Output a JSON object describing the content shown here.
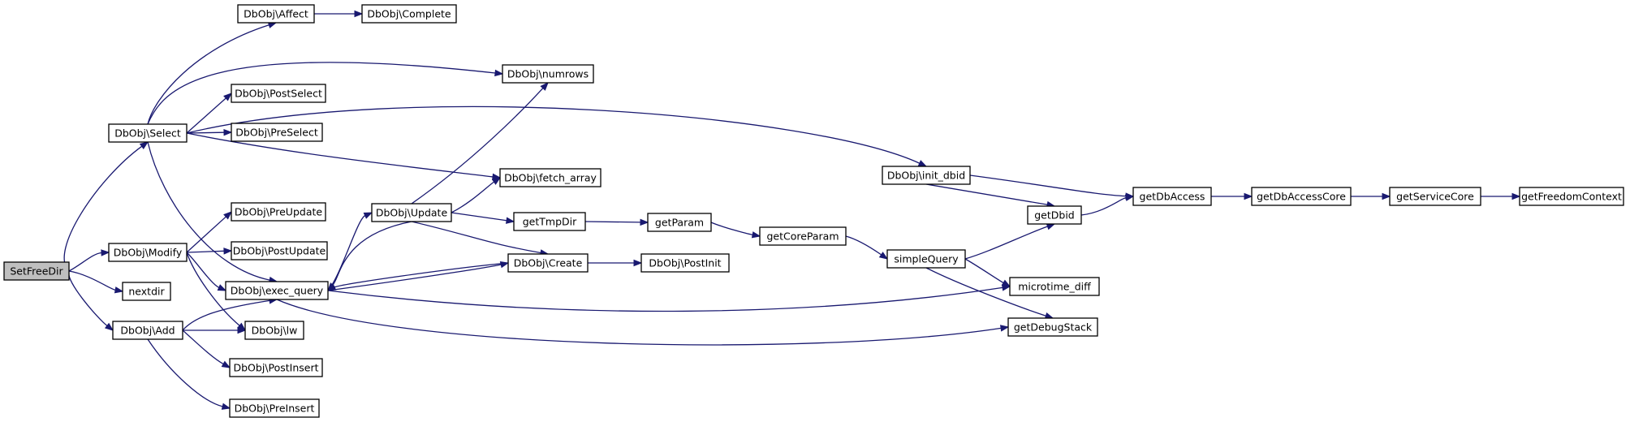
{
  "graph": {
    "nodes": {
      "setfreedir": "SetFreeDir",
      "select": "DbObj\\Select",
      "modify": "DbObj\\Modify",
      "nextdir": "nextdir",
      "add": "DbObj\\Add",
      "affect": "DbObj\\Affect",
      "complete": "DbObj\\Complete",
      "numrows": "DbObj\\numrows",
      "postselect": "DbObj\\PostSelect",
      "preselect": "DbObj\\PreSelect",
      "fetch_array": "DbObj\\fetch_array",
      "preupdate": "DbObj\\PreUpdate",
      "postupdate": "DbObj\\PostUpdate",
      "exec_query": "DbObj\\exec_query",
      "lw": "DbObj\\lw",
      "postinsert": "DbObj\\PostInsert",
      "preinsert": "DbObj\\PreInsert",
      "update": "DbObj\\Update",
      "gettmpdir": "getTmpDir",
      "create": "DbObj\\Create",
      "getparam": "getParam",
      "postinit": "DbObj\\PostInit",
      "getcoreparam": "getCoreParam",
      "simplequery": "simpleQuery",
      "init_dbid": "DbObj\\init_dbid",
      "getdbid": "getDbid",
      "microtime_diff": "microtime_diff",
      "getdebugstack": "getDebugStack",
      "getdbaccess": "getDbAccess",
      "getdbaccesscore": "getDbAccessCore",
      "getservicecore": "getServiceCore",
      "getfreedomcontext": "getFreedomContext"
    }
  }
}
